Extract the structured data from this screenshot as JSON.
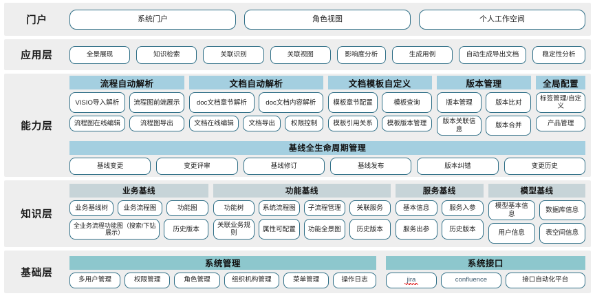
{
  "colors": {
    "band_bg": "#eeeeee",
    "pill_border": "#2e6e86",
    "capability_header_bg": "#a4cfe0",
    "knowledge_header_bg": "#c7d4d8",
    "base_header_bg": "#8dc7cd",
    "page_bg": "#ffffff"
  },
  "layers": [
    {
      "id": "portal",
      "label": "门户",
      "items": [
        "系统门户",
        "角色视图",
        "个人工作空间"
      ]
    },
    {
      "id": "application",
      "label": "应用层",
      "items": [
        "全景展现",
        "知识检索",
        "关联识别",
        "关联视图",
        "影响度分析",
        "生成用例",
        "自动生成导出文档",
        "稳定性分析"
      ]
    },
    {
      "id": "capability",
      "label": "能力层",
      "groups": [
        {
          "title": "流程自动解析",
          "row1": [
            "VISIO导入解析",
            "流程图前端展示"
          ],
          "row2": [
            "流程图在线编辑",
            "流程图导出"
          ]
        },
        {
          "title": "文档自动解析",
          "row1": [
            "doc文档章节解析",
            "doc文档内容解析"
          ],
          "row2": [
            "文档在线编辑",
            "文档导出",
            "权限控制"
          ]
        },
        {
          "title": "文档模板自定义",
          "row1": [
            "模板章节配置",
            "模板查询"
          ],
          "row2": [
            "模板引用关系",
            "模板版本管理"
          ]
        },
        {
          "title": "版本管理",
          "row1": [
            "版本管理",
            "版本比对"
          ],
          "row2": [
            "版本关联信息",
            "版本合并"
          ]
        },
        {
          "title": "全局配置",
          "row1": [
            "标签管理/自定义"
          ],
          "row2": [
            "产品管理"
          ]
        }
      ],
      "lifecycle": {
        "title": "基线全生命周期管理",
        "items": [
          "基线变更",
          "变更评审",
          "基线修订",
          "基线发布",
          "版本纠错",
          "变更历史"
        ]
      }
    },
    {
      "id": "knowledge",
      "label": "知识层",
      "groups": [
        {
          "title": "业务基线",
          "row1": [
            "业务基线树",
            "业务流程图",
            "功能图"
          ],
          "row2": [
            "全业务流程功能图（搜索/下钻展示）",
            "历史版本"
          ]
        },
        {
          "title": "功能基线",
          "row1": [
            "功能树",
            "系统流程图",
            "子流程管理",
            "关联服务"
          ],
          "row2": [
            "关联业务规则",
            "属性可配置",
            "功能全景图",
            "历史版本"
          ]
        },
        {
          "title": "服务基线",
          "row1": [
            "基本信息",
            "服务入参"
          ],
          "row2": [
            "服务出参",
            "历史版本"
          ]
        },
        {
          "title": "模型基线",
          "row1": [
            "模型基本信息",
            "数据库信息"
          ],
          "row2": [
            "用户信息",
            "表空间信息"
          ]
        }
      ]
    },
    {
      "id": "foundation",
      "label": "基础层",
      "groups": [
        {
          "title": "系统管理",
          "items": [
            "多用户管理",
            "权限管理",
            "角色管理",
            "组织机构管理",
            "菜单管理",
            "操作日志"
          ]
        },
        {
          "title": "系统接口",
          "items": [
            "jira",
            "confluence",
            "接口自动化平台"
          ]
        }
      ]
    }
  ]
}
